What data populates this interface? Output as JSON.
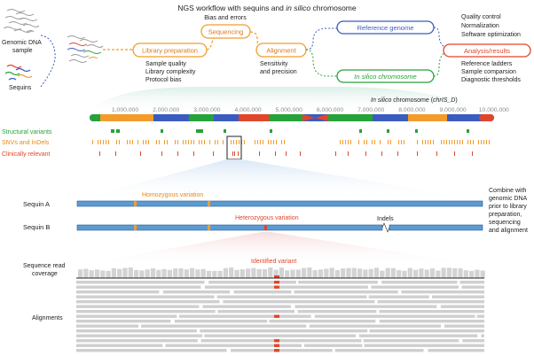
{
  "title": {
    "prefix": "NGS workflow with sequins and ",
    "italic": "in silico",
    "suffix": " chromosome"
  },
  "workflow": {
    "genomic_dna": "Genomic DNA",
    "sample": "sample",
    "sequins": "Sequins",
    "library_prep": "Library preparation",
    "library_prep_notes": [
      "Sample quality",
      "Library complexity",
      "Protocol bias"
    ],
    "bias_errors": "Bias and errors",
    "sequencing": "Sequencing",
    "alignment": "Alignment",
    "alignment_notes": [
      "Sensitivity",
      "and precision"
    ],
    "reference_genome": "Reference genome",
    "in_silico_chromosome": "In silico chromosome",
    "analysis_results": "Analysis/results",
    "analysis_notes_top": [
      "Quality control",
      "Normalization",
      "Software optimization"
    ],
    "analysis_notes_bottom": [
      "Reference ladders",
      "Sample comparsion",
      "Diagnostic thresholds"
    ]
  },
  "chromosome": {
    "label_prefix": "In silico",
    "label_suffix": " chromosome (",
    "label_name": "chrIS_D",
    "label_end": ")",
    "ticks": [
      "1,000,000",
      "2,000,000",
      "3,000,000",
      "4,000,000",
      "5,000,000",
      "6,000,000",
      "7,000,000",
      "8,000,000",
      "9,000,000",
      "10,000,000"
    ],
    "tracks": [
      {
        "name": "Structural variants",
        "color": "#27a23a"
      },
      {
        "name": "SNVs and InDels",
        "color": "#f39c2b"
      },
      {
        "name": "Clinically relevant",
        "color": "#e0462a"
      }
    ]
  },
  "sequins": {
    "sequin_a": "Sequin A",
    "sequin_b": "Sequin B",
    "homozygous": "Homozygous variation",
    "heterozygous": "Heterozygous variation",
    "indels": "Indels",
    "combine_note": [
      "Combine with",
      "genomic DNA",
      "prior to library",
      "preparation,",
      "sequencing",
      "and alignment"
    ]
  },
  "reads": {
    "coverage_label": [
      "Sequence read",
      "coverage"
    ],
    "identified_variant": "Identified variant",
    "alignments_label": "Alignments"
  },
  "colors": {
    "orange": "#f39c2b",
    "blue": "#3b5cbf",
    "green": "#27a23a",
    "red": "#e0462a",
    "seq_blue": "#5b9bd5",
    "read_gray": "#cfcfcf"
  }
}
